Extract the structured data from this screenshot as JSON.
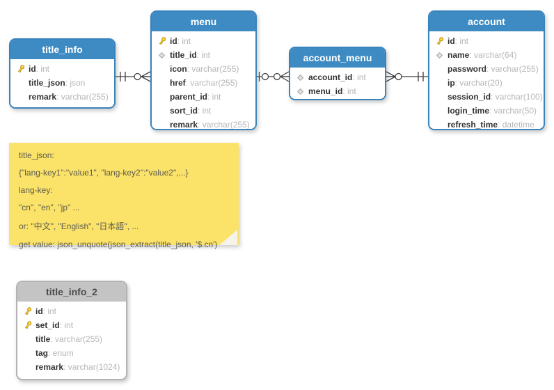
{
  "diagram": {
    "entities": [
      {
        "id": "title_info",
        "title": "title_info",
        "style": "blue",
        "fields": [
          {
            "icon": "primary-key",
            "name": "id",
            "type": "int"
          },
          {
            "icon": "none",
            "name": "title_json",
            "type": "json"
          },
          {
            "icon": "none",
            "name": "remark",
            "type": "varchar(255)"
          }
        ]
      },
      {
        "id": "menu",
        "title": "menu",
        "style": "blue",
        "fields": [
          {
            "icon": "primary-key",
            "name": "id",
            "type": "int"
          },
          {
            "icon": "foreign-key",
            "name": "title_id",
            "type": "int"
          },
          {
            "icon": "none",
            "name": "icon",
            "type": "varchar(255)"
          },
          {
            "icon": "none",
            "name": "href",
            "type": "varchar(255)"
          },
          {
            "icon": "none",
            "name": "parent_id",
            "type": "int"
          },
          {
            "icon": "none",
            "name": "sort_id",
            "type": "int"
          },
          {
            "icon": "none",
            "name": "remark",
            "type": "varchar(255)"
          }
        ]
      },
      {
        "id": "account_menu",
        "title": "account_menu",
        "style": "blue",
        "fields": [
          {
            "icon": "foreign-key",
            "name": "account_id",
            "type": "int"
          },
          {
            "icon": "foreign-key",
            "name": "menu_id",
            "type": "int"
          }
        ]
      },
      {
        "id": "account",
        "title": "account",
        "style": "blue",
        "fields": [
          {
            "icon": "primary-key",
            "name": "id",
            "type": "int"
          },
          {
            "icon": "foreign-key",
            "name": "name",
            "type": "varchar(64)"
          },
          {
            "icon": "none",
            "name": "password",
            "type": "varchar(255)"
          },
          {
            "icon": "none",
            "name": "ip",
            "type": "varchar(20)"
          },
          {
            "icon": "none",
            "name": "session_id",
            "type": "varchar(100)"
          },
          {
            "icon": "none",
            "name": "login_time",
            "type": "varchar(50)"
          },
          {
            "icon": "none",
            "name": "refresh_time",
            "type": "datetime"
          }
        ]
      },
      {
        "id": "title_info_2",
        "title": "title_info_2",
        "style": "gray",
        "fields": [
          {
            "icon": "primary-key",
            "name": "id",
            "type": "int"
          },
          {
            "icon": "primary-key",
            "name": "set_id",
            "type": "int"
          },
          {
            "icon": "none",
            "name": "title",
            "type": "varchar(255)"
          },
          {
            "icon": "none",
            "name": "tag",
            "type": "enum"
          },
          {
            "icon": "none",
            "name": "remark",
            "type": "varchar(1024)"
          }
        ]
      }
    ],
    "relationships": [
      {
        "from": "title_info",
        "to": "menu",
        "from_cardinality": "one and only one",
        "to_cardinality": "zero or many"
      },
      {
        "from": "menu",
        "to": "account_menu",
        "from_cardinality": "zero or one",
        "to_cardinality": "zero or many"
      },
      {
        "from": "account_menu",
        "to": "account",
        "from_cardinality": "zero or many",
        "to_cardinality": "one and only one"
      }
    ],
    "note": {
      "lines": [
        "title_json:",
        "{\"lang-key1\":\"value1\", \"lang-key2\":\"value2\",...}",
        "lang-key:",
        "\"cn\", \"en\", \"jp\" ...",
        "or: \"中文\", \"English\", \"日本語\", ...",
        "get value: json_unquote(json_extract(title_json, '$.cn')"
      ]
    },
    "colors": {
      "blue_header": "#3e8bc4",
      "gray_header": "#c4c4c4",
      "note_background": "#fbe268",
      "connector_line": "#3f3f3f",
      "key_icon": "#f2c728",
      "type_text": "#b6b6ba"
    }
  }
}
